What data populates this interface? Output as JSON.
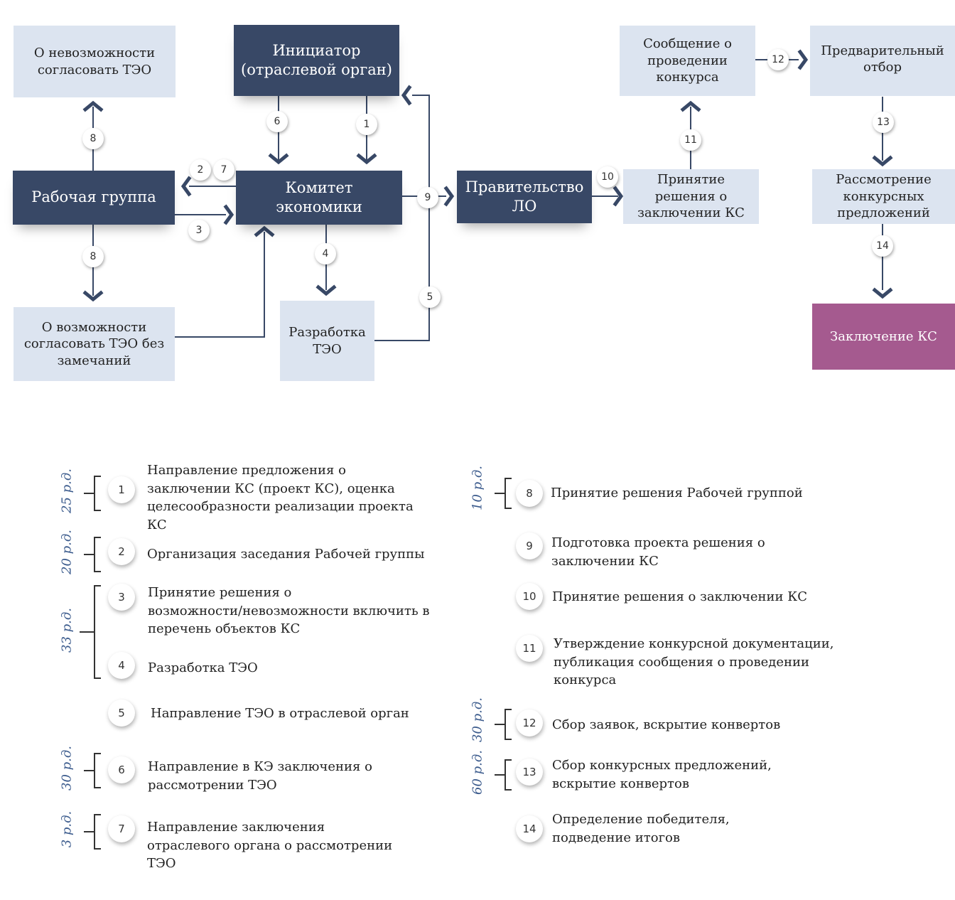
{
  "boxes": {
    "initiator": "Инициатор\n(отраслевой орган)",
    "impossible": "О невозможности\nсогласовать ТЭО",
    "working_group": "Рабочая группа",
    "committee": "Комитет\nэкономики",
    "possible": "О возможности\nсогласовать ТЭО без\nзамечаний",
    "teo_dev": "Разработка\nТЭО",
    "government": "Правительство\nЛО",
    "decision": "Принятие\nрешения о\nзаключении КС",
    "announcement": "Сообщение о\nпроведении\nконкурса",
    "preselection": "Предварительный\nотбор",
    "review": "Рассмотрение\nконкурсных\nпредложений",
    "conclusion": "Заключение КС"
  },
  "step_numbers": [
    "1",
    "2",
    "3",
    "4",
    "5",
    "6",
    "7",
    "8",
    "9",
    "10",
    "11",
    "12",
    "13",
    "14"
  ],
  "legend": [
    {
      "n": "1",
      "text": "Направление предложения о\nзаключении КС (проект КС), оценка\nцелесообразности реализации проекта\nКС"
    },
    {
      "n": "2",
      "text": "Организация заседания Рабочей группы"
    },
    {
      "n": "3",
      "text": "Принятие решения о\nвозможности/невозможности включить в\nперечень объектов КС"
    },
    {
      "n": "4",
      "text": "Разработка ТЭО"
    },
    {
      "n": "5",
      "text": "Направление ТЭО в отраслевой орган"
    },
    {
      "n": "6",
      "text": "Направление в КЭ заключения о\nрассмотрении ТЭО"
    },
    {
      "n": "7",
      "text": "Направление заключения\nотраслевого органа о рассмотрении\nТЭО"
    },
    {
      "n": "8",
      "text": "Принятие решения Рабочей группой"
    },
    {
      "n": "9",
      "text": "Подготовка проекта решения о\nзаключении КС"
    },
    {
      "n": "10",
      "text": "Принятие решения о заключении КС"
    },
    {
      "n": "11",
      "text": "Утверждение конкурсной документации,\nпубликация сообщения о проведении\nконкурса"
    },
    {
      "n": "12",
      "text": "Сбор заявок, вскрытие конвертов"
    },
    {
      "n": "13",
      "text": "Сбор конкурсных предложений,\nвскрытие конвертов"
    },
    {
      "n": "14",
      "text": "Определение победителя,\nподведение итогов"
    }
  ],
  "durations": [
    "25 р.д.",
    "20 р.д.",
    "33 р.д.",
    "30 р.д.",
    "3 р.д.",
    "10 р.д.",
    "30 р.д.",
    "60 р.д."
  ],
  "colors": {
    "dark": "#384866",
    "light": "#dce4f0",
    "purple": "#a55a8f",
    "line": "#384866",
    "duration": "#3a5a8c"
  }
}
